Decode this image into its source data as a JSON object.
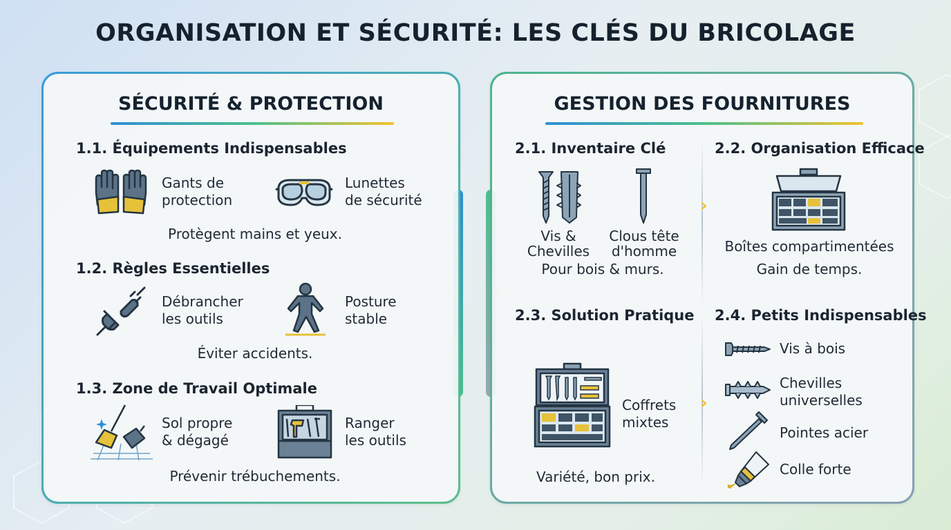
{
  "title": "ORGANISATION ET SÉCURITÉ: LES CLÉS DU BRICOLAGE",
  "left_panel": {
    "title": "SÉCURITÉ & PROTECTION",
    "sections": [
      {
        "heading": "1.1. Équipements Indispensables",
        "items": [
          {
            "label_line1": "Gants de",
            "label_line2": "protection",
            "icon": "gloves-icon"
          },
          {
            "label_line1": "Lunettes",
            "label_line2": "de sécurité",
            "icon": "goggles-icon"
          }
        ],
        "caption": "Protègent mains et yeux."
      },
      {
        "heading": "1.2. Règles Essentielles",
        "items": [
          {
            "label_line1": "Débrancher",
            "label_line2": "les outils",
            "icon": "unplug-icon"
          },
          {
            "label_line1": "Posture",
            "label_line2": "stable",
            "icon": "posture-icon"
          }
        ],
        "caption": "Éviter accidents."
      },
      {
        "heading": "1.3. Zone de Travail Optimale",
        "items": [
          {
            "label_line1": "Sol propre",
            "label_line2": "& dégagé",
            "icon": "broom-icon"
          },
          {
            "label_line1": "Ranger",
            "label_line2": "les outils",
            "icon": "toolbox-icon"
          }
        ],
        "caption": "Prévenir trébuchements."
      }
    ]
  },
  "right_panel": {
    "title": "GESTION DES FOURNITURES",
    "s21": {
      "heading": "2.1. Inventaire Clé",
      "item1_line1": "Vis &",
      "item1_line2": "Chevilles",
      "item2_line1": "Clous tête",
      "item2_line2": "d'homme",
      "caption": "Pour bois & murs."
    },
    "s22": {
      "heading": "2.2. Organisation Efficace",
      "caption1": "Boîtes compartimentées",
      "caption2": "Gain de temps."
    },
    "s23": {
      "heading": "2.3. Solution Pratique",
      "label_line1": "Coffrets",
      "label_line2": "mixtes",
      "caption": "Variété, bon prix."
    },
    "s24": {
      "heading": "2.4. Petits Indispensables",
      "items": [
        {
          "label_line1": "Vis à bois",
          "label_line2": "",
          "icon": "wood-screw-icon"
        },
        {
          "label_line1": "Chevilles",
          "label_line2": "universelles",
          "icon": "wall-plug-icon"
        },
        {
          "label_line1": "Pointes acier",
          "label_line2": "",
          "icon": "steel-nail-icon"
        },
        {
          "label_line1": "Colle forte",
          "label_line2": "",
          "icon": "glue-tube-icon"
        }
      ]
    }
  },
  "colors": {
    "accent_blue": "#2f8fd6",
    "accent_green": "#4cc08e",
    "accent_yellow": "#f2c230",
    "icon_slate": "#4f6475"
  }
}
